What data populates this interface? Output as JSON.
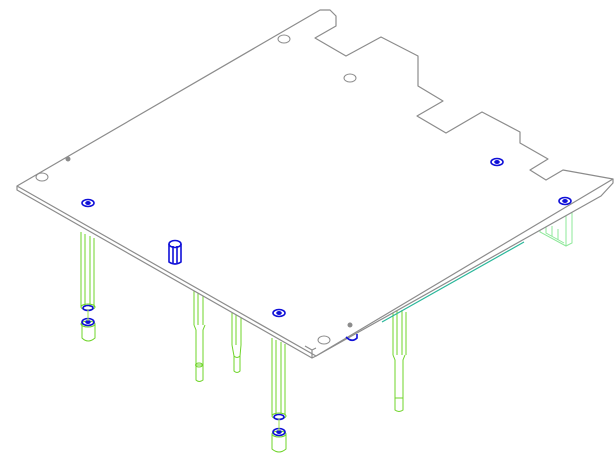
{
  "view": {
    "background": "#ffffff",
    "projection": "isometric",
    "display_style": "wireframe"
  },
  "model": {
    "plate_edge_color": "#8c8c8c",
    "standoff_color": "#6fd42a",
    "standoff_highlight_color": "#9ce34a",
    "fastener_color": "#1010d8",
    "side_strip_color": "#2ab79a",
    "bracket_color": "#8ee89a",
    "fastener_count": 9,
    "standoff_count": 8
  }
}
